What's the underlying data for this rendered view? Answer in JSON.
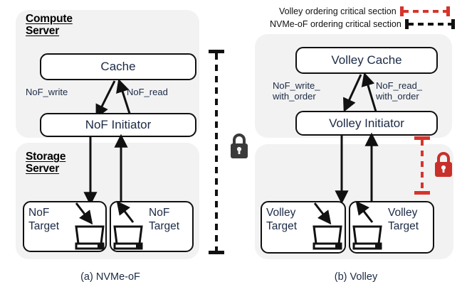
{
  "figure": {
    "title_a": "(a) NVMe-oF",
    "title_b": "(b) Volley"
  },
  "legend": {
    "items": [
      {
        "label": "Volley ordering critical section",
        "color": "#d6342c",
        "marker": "dashed-bar-with-end-caps"
      },
      {
        "label": "NVMe-oF ordering critical section",
        "color": "#111111",
        "marker": "dashed-bar-with-end-caps"
      }
    ]
  },
  "colors": {
    "panel_background": "#f2f2f2",
    "box_border": "#111111",
    "text": "#1b2a44",
    "red_accent": "#d6342c",
    "black_lock": "#3a3a3a"
  },
  "diagram_a": {
    "caption": "(a) NVMe-oF",
    "compute_server": {
      "label": "Compute\nServer",
      "cache_box": "Cache",
      "initiator_box": "NoF Initiator",
      "edge_write_label": "NoF_write",
      "edge_read_label": "NoF_read"
    },
    "storage_server": {
      "label": "Storage\nServer",
      "targets": [
        {
          "label": "NoF\nTarget",
          "icon": "disk-drive-icon"
        },
        {
          "label": "NoF\nTarget",
          "icon": "disk-drive-icon"
        }
      ]
    },
    "critical_section": {
      "color": "#111111",
      "lock_icon": "closed-padlock-icon",
      "lock_color": "#3a3a3a",
      "style": "dashed"
    }
  },
  "diagram_b": {
    "caption": "(b) Volley",
    "compute_server": {
      "cache_box": "Volley Cache",
      "initiator_box": "Volley Initiator",
      "edge_write_label": "NoF_write_\nwith_order",
      "edge_read_label": "NoF_read_\nwith_order"
    },
    "storage_server": {
      "targets": [
        {
          "label": "Volley\nTarget",
          "icon": "disk-drive-icon"
        },
        {
          "label": "Volley\nTarget",
          "icon": "disk-drive-icon"
        }
      ]
    },
    "critical_section": {
      "color": "#d6342c",
      "lock_icon": "closed-padlock-icon",
      "lock_color": "#c8302a",
      "style": "dashed"
    }
  }
}
